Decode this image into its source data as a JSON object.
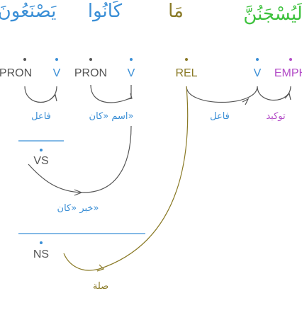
{
  "words": [
    {
      "id": "w1",
      "arabic": "لَيُسْجَنُنَّ",
      "color": "#3ec23e",
      "segments": [
        {
          "tag": "EMPH",
          "color": "#b44ec8"
        },
        {
          "tag": "V",
          "color": "#3b8fd6"
        }
      ]
    },
    {
      "id": "w2",
      "arabic": "مَا",
      "color": "#8a7a26",
      "segments": [
        {
          "tag": "REL",
          "color": "#8a7a26"
        }
      ]
    },
    {
      "id": "w3",
      "arabic": "كَانُوا",
      "color": "#3b8fd6",
      "segments": [
        {
          "tag": "V",
          "color": "#3b8fd6"
        },
        {
          "tag": "PRON",
          "color": "#555555"
        }
      ]
    },
    {
      "id": "w4",
      "arabic": "يَصْنَعُونَ",
      "color": "#3b8fd6",
      "segments": [
        {
          "tag": "V",
          "color": "#3b8fd6"
        },
        {
          "tag": "PRON",
          "color": "#555555"
        }
      ]
    }
  ],
  "relations": {
    "emph_tawkid": "توكيد",
    "fail_w1": "فاعل",
    "fail_w4": "فاعل",
    "ism_kana": "اسم «كان»",
    "khabar_kana": "خبر «كان»",
    "sila": "صلة"
  },
  "phrases": {
    "vs": "VS",
    "ns": "NS"
  },
  "colors": {
    "arc": "#555555",
    "sila_arc": "#8a7a26",
    "phrase_line": "#3b8fd6",
    "vs_line": "#555555",
    "text_gray": "#888888"
  }
}
